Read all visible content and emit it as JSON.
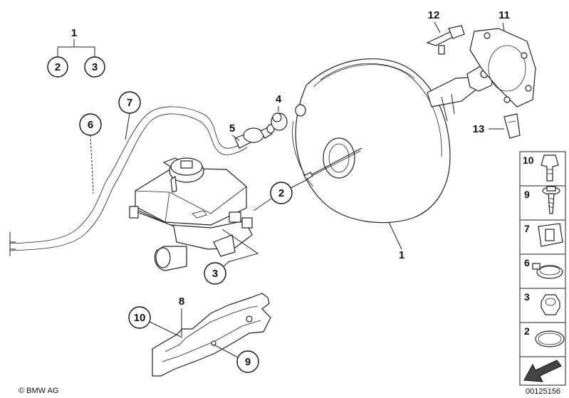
{
  "callouts": {
    "c1_top": "1",
    "c2_top": "2",
    "c3_top": "3",
    "c7": "7",
    "c6": "6",
    "c5": "5",
    "c4": "4",
    "c12": "12",
    "c11": "11",
    "c13": "13",
    "c2_mid": "2",
    "c3_mid": "3",
    "c1_mid": "1",
    "c8": "8",
    "c10": "10",
    "c9": "9"
  },
  "legend": [
    {
      "num": "10",
      "icon": "clip-nut-icon"
    },
    {
      "num": "9",
      "icon": "screw-icon"
    },
    {
      "num": "7",
      "icon": "rubber-grommet-icon"
    },
    {
      "num": "6",
      "icon": "hose-clamp-icon"
    },
    {
      "num": "3",
      "icon": "hex-nut-icon"
    },
    {
      "num": "2",
      "icon": "o-ring-icon"
    },
    {
      "num": "",
      "icon": "direction-arrow-icon"
    }
  ],
  "footer": {
    "copyright": "© BMW AG",
    "diagram_number": "00125156"
  }
}
